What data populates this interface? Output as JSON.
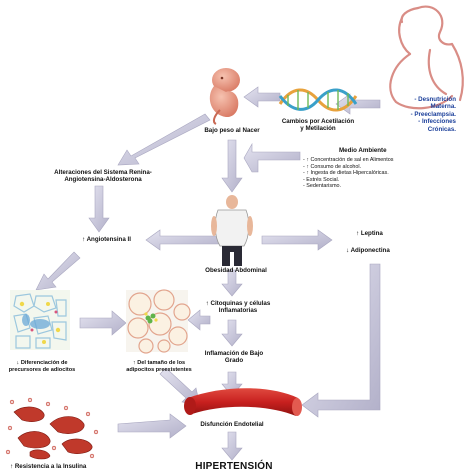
{
  "nodes": {
    "maternal": [
      "- Desnutrición",
      "Materna.",
      "- Preeclampsia.",
      "- Infecciones",
      "Crónicas."
    ],
    "low_birth_weight": "Bajo peso al Nacer",
    "epigenetic": [
      "Cambios por Acetilación",
      "y Metilación"
    ],
    "environment_title": "Medio Ambiente",
    "environment_items": [
      "- ↑ Concentración de sal en Alimentos",
      "- ↑ Consumo de alcohol.",
      "- ↑ Ingesta de dietas Hipercalóricas.",
      "- Estrés Social.",
      "- Sedentarismo."
    ],
    "raas": [
      "Alteraciones del Sistema Renina-",
      "Angiotensina-Aldosterona"
    ],
    "angiotensin": "↑ Angiotensina II",
    "leptin": "↑ Leptina",
    "adiponectin": "↓ Adiponectina",
    "obesity": "Obesidad Abdominal",
    "cytokines": [
      "↑ Citoquinas y células",
      "Inflamatorias"
    ],
    "adipocyte_diff": [
      "↓ Diferenciación de",
      "precursores de adiocitos"
    ],
    "adipocyte_size": [
      "↑ Del tamaño de los",
      "adipocitos preexistentes"
    ],
    "inflammation": [
      "Inflamación de Bajo",
      "Grado"
    ],
    "endothelial": "Disfunción Endotelial",
    "insulin": "↑ Resistencia a la Insulina",
    "hypertension": "HIPERTENSIÓN"
  },
  "colors": {
    "arrow": "#c9c8dc",
    "arrow_dark": "#8c8aa6",
    "maternal_text": "#1b3f9a",
    "vessel": "#c8201f",
    "fat_cell": "#e8a43c"
  },
  "icons": {
    "pregnant": "pregnant-woman-icon",
    "fetus": "fetus-icon",
    "dna": "dna-helix-icon",
    "person": "obese-man-icon",
    "tissue1": "adipose-tissue-icon",
    "tissue2": "enlarged-adipocytes-icon",
    "vessel": "blood-vessel-icon",
    "cells": "insulin-resistant-cells-icon"
  }
}
